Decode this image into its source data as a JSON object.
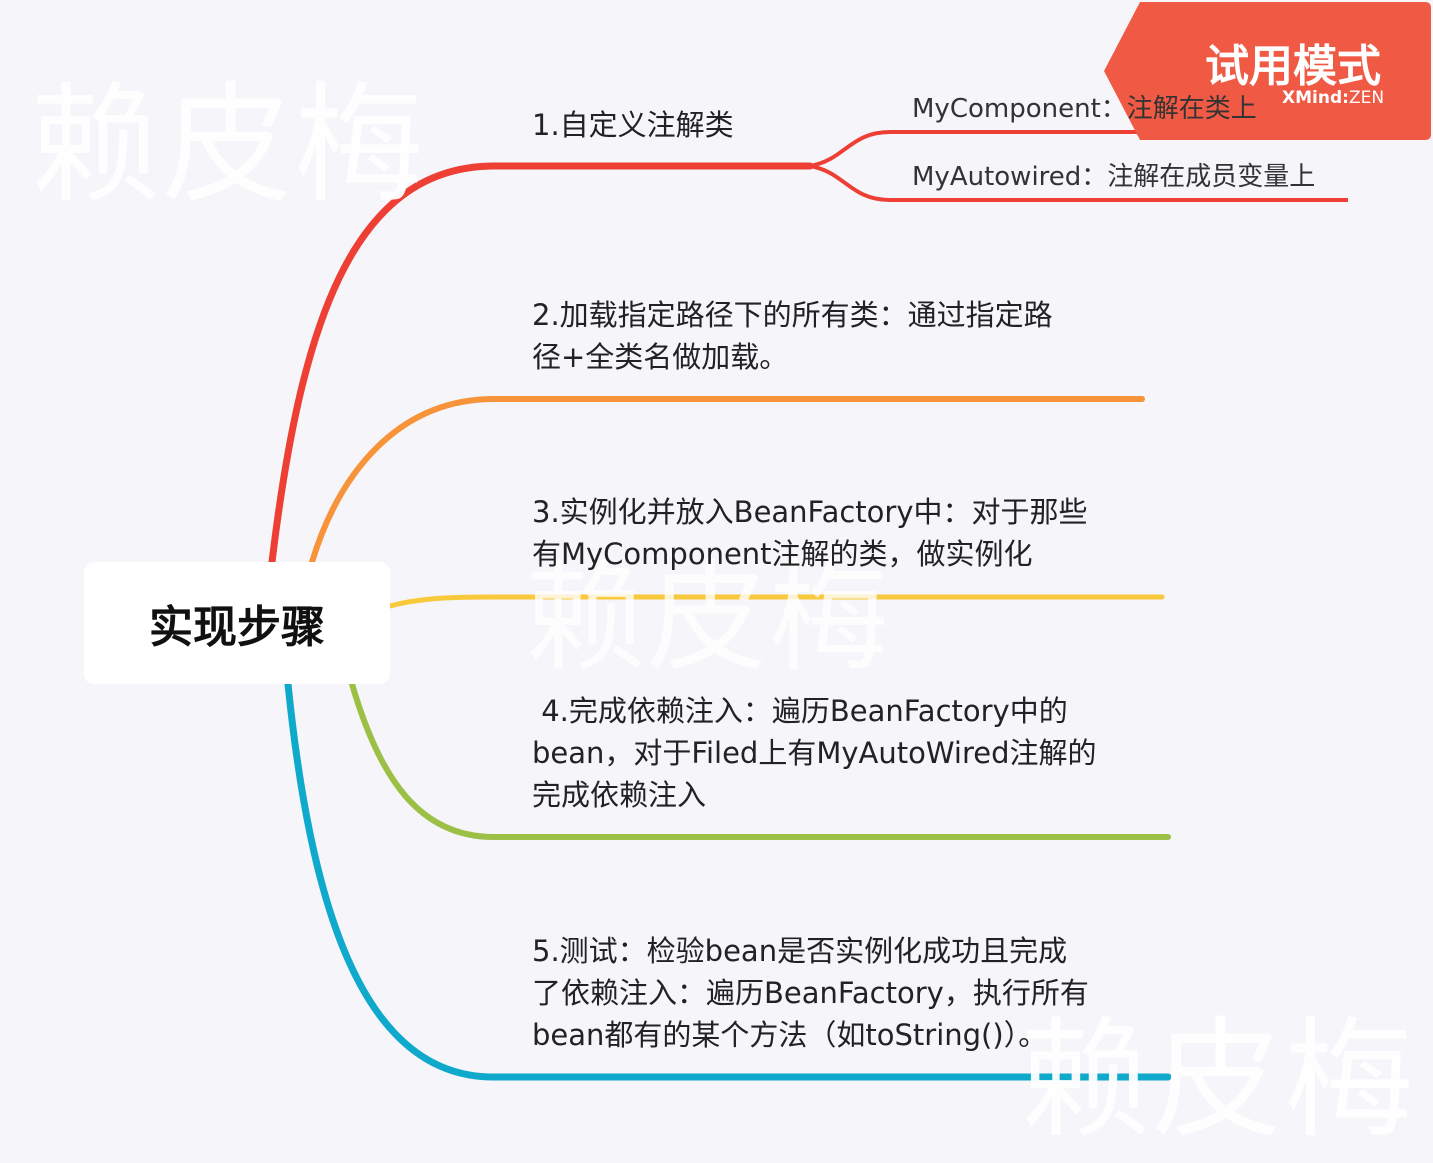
{
  "root": {
    "label": "实现步骤"
  },
  "branches": [
    {
      "id": "b1",
      "label": "1.自定义注解类",
      "color": "#ee3f35",
      "children": [
        {
          "label": "MyComponent：注解在类上"
        },
        {
          "label": "MyAutowired：注解在成员变量上"
        }
      ]
    },
    {
      "id": "b2",
      "label": "2.加载指定路径下的所有类：通过指定路\n径+全类名做加载。",
      "color": "#f7943a"
    },
    {
      "id": "b3",
      "label": "3.实例化并放入BeanFactory中：对于那些\n有MyComponent注解的类，做实例化",
      "color": "#f9c93c"
    },
    {
      "id": "b4",
      "label": " 4.完成依赖注入：遍历BeanFactory中的\nbean，对于Filed上有MyAutoWired注解的\n完成依赖注入",
      "color": "#9cc046"
    },
    {
      "id": "b5",
      "label": "5.测试：检验bean是否实例化成功且完成\n了依赖注入：遍历BeanFactory，执行所有\nbean都有的某个方法（如toString()）。",
      "color": "#0fa9cc"
    }
  ],
  "watermark": {
    "text": "赖皮梅"
  },
  "trial_badge": {
    "title": "试用模式",
    "brand": "XMind",
    "brand_sep": ":",
    "brand_suffix": "ZEN",
    "color": "#f05a45"
  }
}
